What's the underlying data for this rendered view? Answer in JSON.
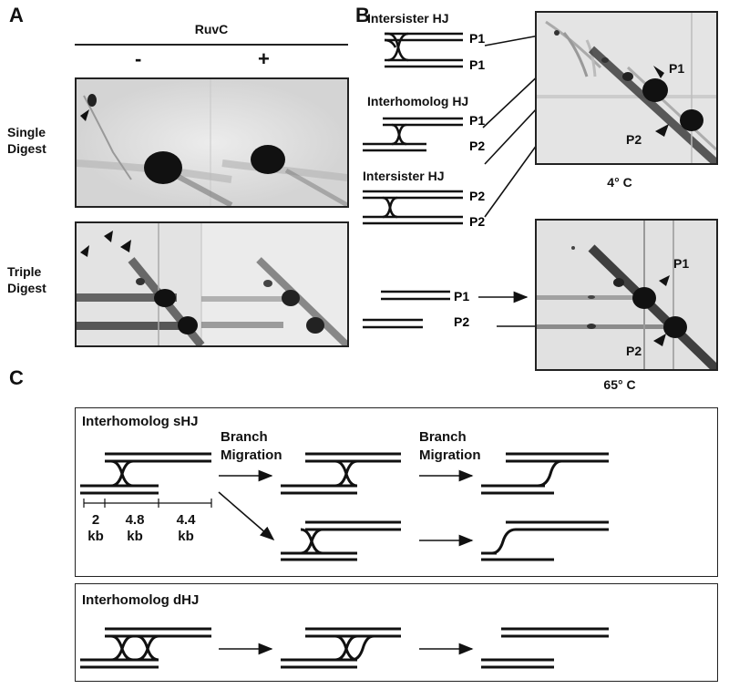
{
  "panels": {
    "a": "A",
    "b": "B",
    "c": "C"
  },
  "panel_a": {
    "enzyme": "RuvC",
    "minus": "-",
    "plus": "+",
    "row1": [
      "Single",
      "Digest"
    ],
    "row2": [
      "Triple",
      "Digest"
    ]
  },
  "panel_b": {
    "hj1": "Intersister HJ",
    "hj2": "Interhomolog HJ",
    "hj3": "Intersister HJ",
    "p1": "P1",
    "p2": "P2",
    "temp_top": "4° C",
    "temp_bottom": "65° C"
  },
  "panel_c": {
    "shj_title": "Interhomolog sHJ",
    "dhj_title": "Interhomolog dHJ",
    "bm1": [
      "Branch",
      "Migration"
    ],
    "bm2": [
      "Branch",
      "Migration"
    ],
    "seg_values": [
      "2",
      "4.8",
      "4.4"
    ],
    "seg_unit": "kb"
  }
}
